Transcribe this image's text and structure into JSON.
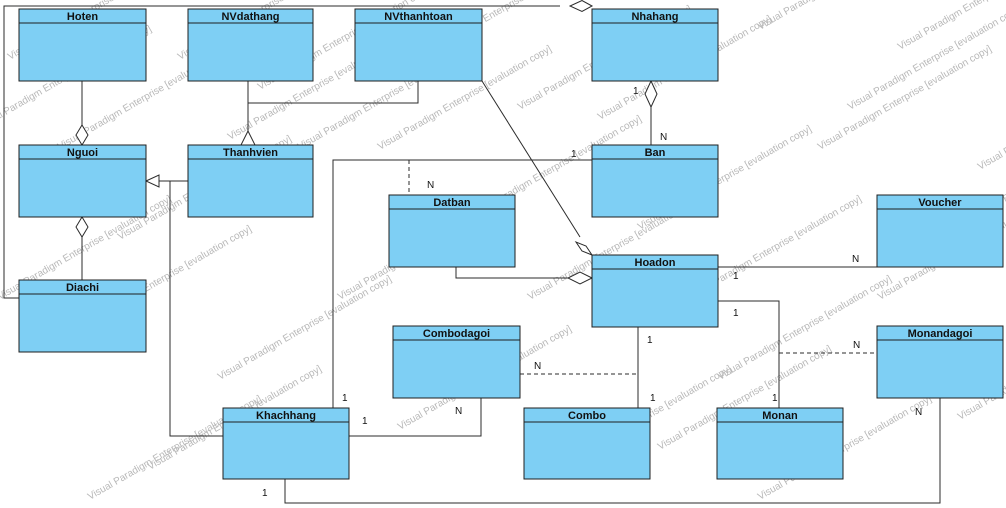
{
  "watermark": "Visual Paradigm Enterprise [evaluation copy]",
  "colors": {
    "class_fill": "#7ecff4",
    "line": "#2b2b2b",
    "watermark": "#b8b8b8"
  },
  "classes": {
    "hoten": "Hoten",
    "nvdathang": "NVdathang",
    "nvthanhtoan": "NVthanhtoan",
    "nhahang": "Nhahang",
    "nguoi": "Nguoi",
    "thanhvien": "Thanhvien",
    "ban": "Ban",
    "datban": "Datban",
    "voucher": "Voucher",
    "diachi": "Diachi",
    "hoadon": "Hoadon",
    "combodagoi": "Combodagoi",
    "monandagoi": "Monandagoi",
    "khachhang": "Khachhang",
    "combo": "Combo",
    "monan": "Monan"
  },
  "multiplicities": {
    "nhahang_1": "1",
    "ban_n": "N",
    "ban_1": "1",
    "datban_n": "N",
    "hoadon_voucher_1": "1",
    "voucher_n": "N",
    "hoadon_monan_1": "1",
    "hoadon_combo_1": "1",
    "combo_1": "1",
    "monan_1": "1",
    "combodagoi_n_right": "N",
    "combodagoi_n_bottom": "N",
    "khachhang_1_top": "1",
    "khachhang_1_right": "1",
    "khachhang_1_bottom": "1",
    "monandagoi_n_left": "N",
    "monandagoi_n_bottom": "N"
  }
}
